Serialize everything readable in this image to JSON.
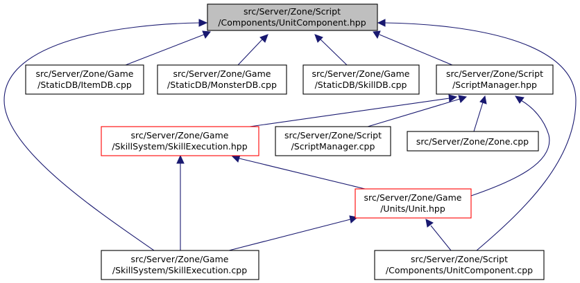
{
  "colors": {
    "edge": "#191970",
    "root_fill": "#bfbfbf",
    "node_border": "#000000",
    "incomplete_border": "#ff0000",
    "background": "#ffffff"
  },
  "nodes": {
    "unitcomponent_hpp": {
      "line1": "src/Server/Zone/Script",
      "line2": "/Components/UnitComponent.hpp"
    },
    "itemdb_cpp": {
      "line1": "src/Server/Zone/Game",
      "line2": "/StaticDB/ItemDB.cpp"
    },
    "monsterdb_cpp": {
      "line1": "src/Server/Zone/Game",
      "line2": "/StaticDB/MonsterDB.cpp"
    },
    "skilldb_cpp": {
      "line1": "src/Server/Zone/Game",
      "line2": "/StaticDB/SkillDB.cpp"
    },
    "scriptmanager_hpp": {
      "line1": "src/Server/Zone/Script",
      "line2": "/ScriptManager.hpp"
    },
    "skillexecution_hpp": {
      "line1": "src/Server/Zone/Game",
      "line2": "/SkillSystem/SkillExecution.hpp"
    },
    "scriptmanager_cpp": {
      "line1": "src/Server/Zone/Script",
      "line2": "/ScriptManager.cpp"
    },
    "zone_cpp": {
      "line1": "src/Server/Zone/Zone.cpp",
      "line2": ""
    },
    "unit_hpp": {
      "line1": "src/Server/Zone/Game",
      "line2": "/Units/Unit.hpp"
    },
    "skillexecution_cpp": {
      "line1": "src/Server/Zone/Game",
      "line2": "/SkillSystem/SkillExecution.cpp"
    },
    "unitcomponent_cpp": {
      "line1": "src/Server/Zone/Script",
      "line2": "/Components/UnitComponent.cpp"
    }
  }
}
